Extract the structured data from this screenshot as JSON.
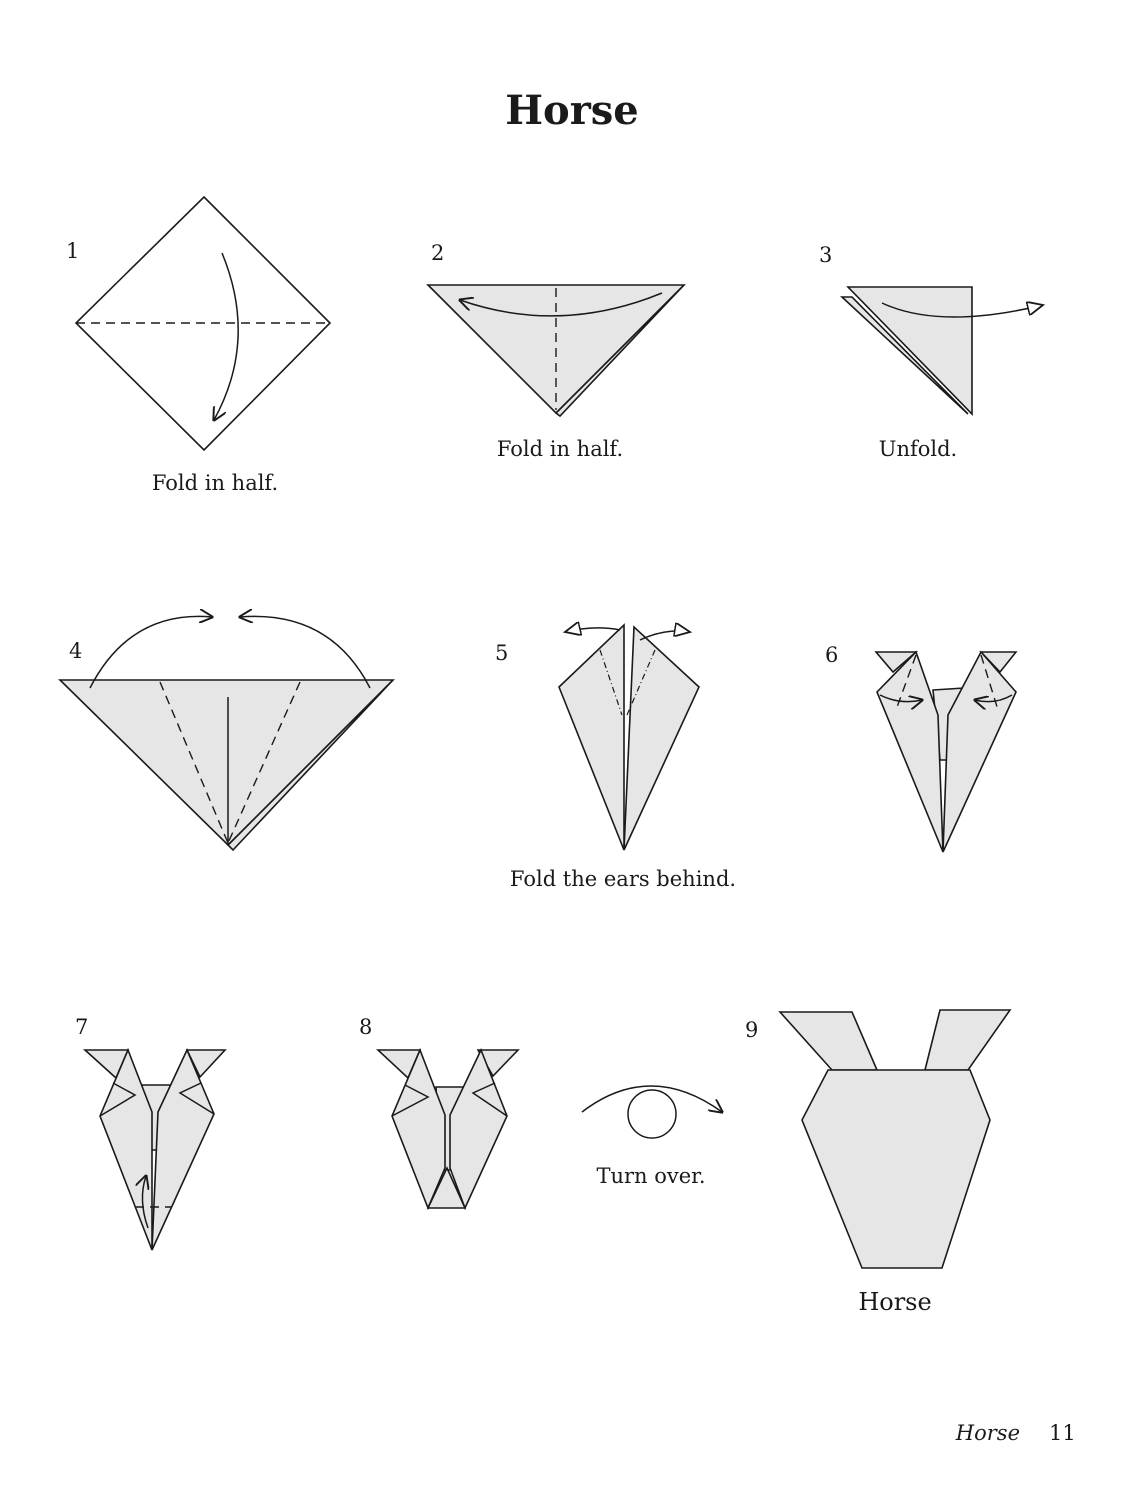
{
  "title": "Horse",
  "steps": [
    {
      "number": "1",
      "caption": "Fold in half."
    },
    {
      "number": "2",
      "caption": "Fold in half."
    },
    {
      "number": "3",
      "caption": "Unfold."
    },
    {
      "number": "4",
      "caption": ""
    },
    {
      "number": "5",
      "caption": "Fold the ears behind."
    },
    {
      "number": "6",
      "caption": ""
    },
    {
      "number": "7",
      "caption": ""
    },
    {
      "number": "8",
      "caption": ""
    },
    {
      "number": "9",
      "caption": "Horse"
    }
  ],
  "turn_over_caption": "Turn over.",
  "footer": {
    "section": "Horse",
    "page_number": "11"
  },
  "colors": {
    "paper": "#e6e6e6",
    "ink": "#1a1a1a"
  }
}
